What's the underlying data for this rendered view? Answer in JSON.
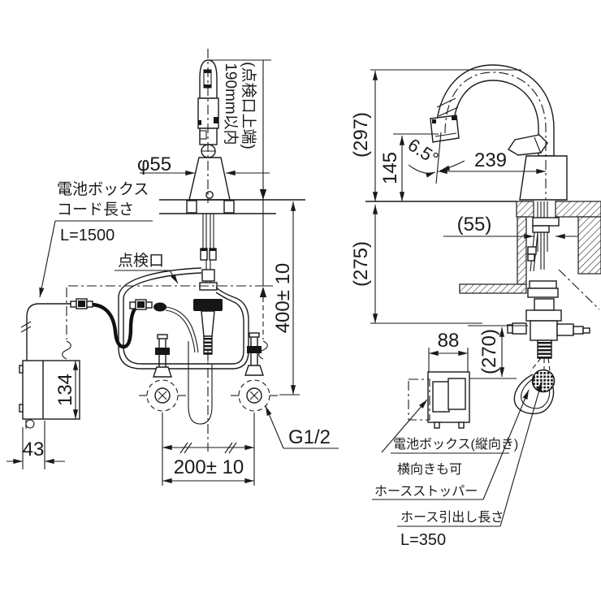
{
  "meta": {
    "background": "#ffffff",
    "line_color": "#1a1a1a",
    "drawing_type": "sensor kitchen faucet installation dimension drawing"
  },
  "front_view": {
    "diameter": "φ55",
    "clearance_1": "190mm以内",
    "clearance_2": "(点検口上端)",
    "battery_cord_1": "電池ボックス",
    "battery_cord_2": "コード長さ",
    "battery_cord_3": "L=1500",
    "inspection_port": "点検口",
    "dim_height": "400± 10",
    "dim_box_h": "134",
    "dim_box_d": "43",
    "dim_pitch": "200± 10",
    "thread": "G1/2"
  },
  "side_view": {
    "dim_total_h": "(297)",
    "dim_spout_h": "145",
    "angle": "6.5°",
    "dim_reach": "239",
    "dim_hole": "(55)",
    "dim_under": "(275)",
    "dim_drop": "(270)",
    "dim_box_w": "88",
    "label_battery": "電池ボックス(縦向き)",
    "label_sideways": "横向きも可",
    "label_stopper": "ホースストッパー",
    "label_hose_len": "ホース引出し長さ",
    "label_hose_val": "L=350"
  }
}
